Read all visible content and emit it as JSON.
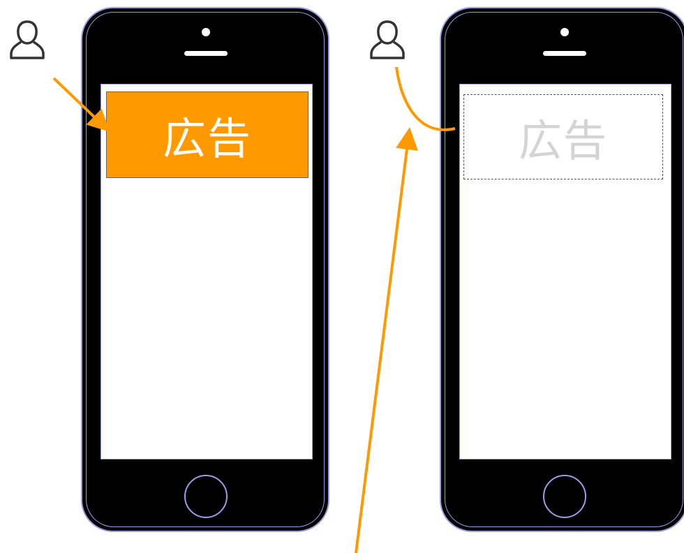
{
  "phones": [
    {
      "ad_label": "広告",
      "ad_state": "shown",
      "ad_color": "#ff9900"
    },
    {
      "ad_label": "広告",
      "ad_state": "placeholder",
      "ad_color": "#d4d4d4"
    }
  ],
  "colors": {
    "phone_body": "#000000",
    "phone_outline": "#9a9ee8",
    "arrow": "#ff9900",
    "user_icon": "#333333"
  },
  "icons": [
    "user-icon",
    "arrow"
  ]
}
